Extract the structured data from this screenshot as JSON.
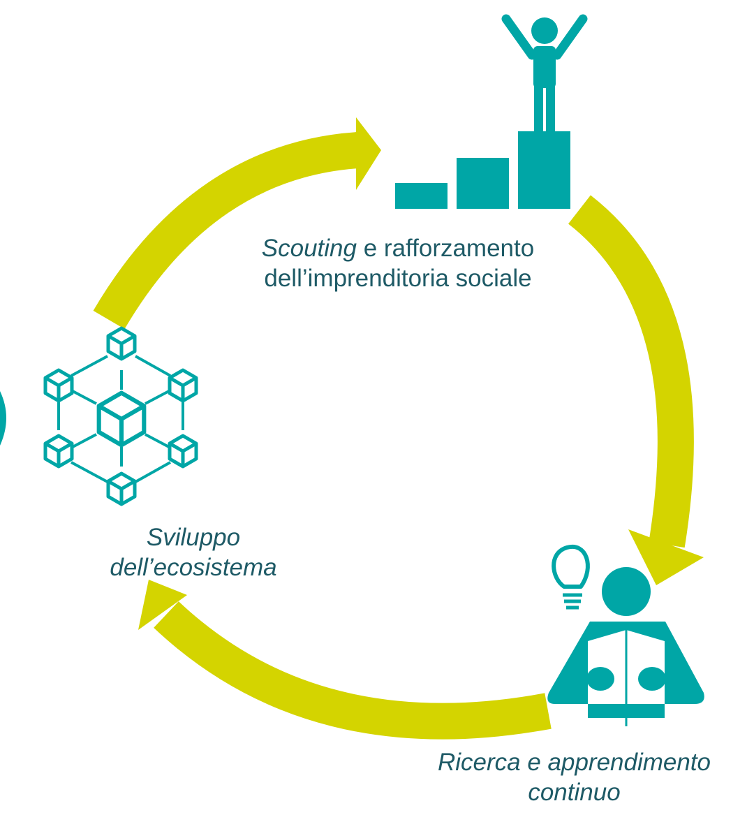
{
  "colors": {
    "arrow": "#d4d400",
    "icon": "#00a6a6",
    "text": "#1e5a66"
  },
  "nodes": [
    {
      "id": "scouting",
      "icon": "podium-winner-icon",
      "label_italic": "Scouting",
      "label_rest": " e rafforzamento",
      "label_line2": "dell’imprenditoria sociale"
    },
    {
      "id": "ricerca",
      "icon": "reader-lightbulb-icon",
      "label_line1": "Ricerca e apprendimento",
      "label_line2": "continuo"
    },
    {
      "id": "ecosistema",
      "icon": "cube-network-icon",
      "label_line1": "Sviluppo",
      "label_line2": "dell’ecosistema"
    }
  ],
  "arrows": [
    {
      "from": "ecosistema",
      "to": "scouting"
    },
    {
      "from": "scouting",
      "to": "ricerca"
    },
    {
      "from": "ricerca",
      "to": "ecosistema"
    }
  ]
}
